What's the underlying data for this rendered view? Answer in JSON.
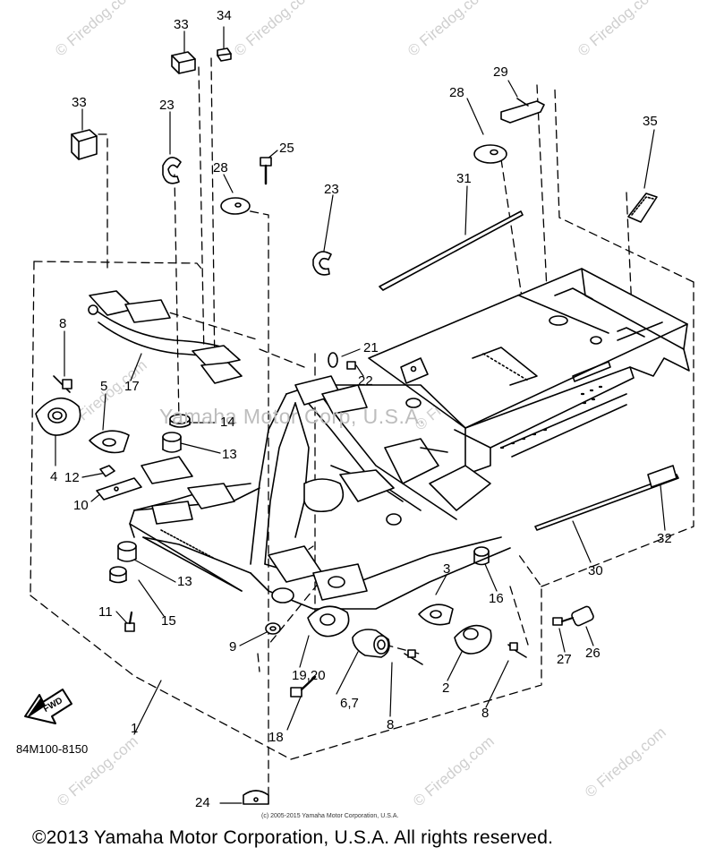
{
  "diagram": {
    "code": "84M100-8150",
    "fwd_label": "FWD",
    "watermark_main": "Yamaha Motor Corp, U.S.A.",
    "watermark_small": "© Firedog.com",
    "small_credit": "(c) 2005-2015 Yamaha Motor Corporation, U.S.A.",
    "copyright": "©2013 Yamaha Motor Corporation, U.S.A. All rights reserved."
  },
  "callouts": [
    {
      "id": "c33a",
      "text": "33"
    },
    {
      "id": "c34",
      "text": "34"
    },
    {
      "id": "c33b",
      "text": "33"
    },
    {
      "id": "c23a",
      "text": "23"
    },
    {
      "id": "c28a",
      "text": "28"
    },
    {
      "id": "c25",
      "text": "25"
    },
    {
      "id": "c23b",
      "text": "23"
    },
    {
      "id": "c28b",
      "text": "28"
    },
    {
      "id": "c29",
      "text": "29"
    },
    {
      "id": "c35",
      "text": "35"
    },
    {
      "id": "c31",
      "text": "31"
    },
    {
      "id": "c8a",
      "text": "8"
    },
    {
      "id": "c5",
      "text": "5"
    },
    {
      "id": "c17",
      "text": "17"
    },
    {
      "id": "c21",
      "text": "21"
    },
    {
      "id": "c22",
      "text": "22"
    },
    {
      "id": "c14",
      "text": "14"
    },
    {
      "id": "c13a",
      "text": "13"
    },
    {
      "id": "c4",
      "text": "4"
    },
    {
      "id": "c12",
      "text": "12"
    },
    {
      "id": "c10",
      "text": "10"
    },
    {
      "id": "c13b",
      "text": "13"
    },
    {
      "id": "c11",
      "text": "11"
    },
    {
      "id": "c15",
      "text": "15"
    },
    {
      "id": "c9",
      "text": "9"
    },
    {
      "id": "c1920",
      "text": "19,20"
    },
    {
      "id": "c67",
      "text": "6,7"
    },
    {
      "id": "c8b",
      "text": "8"
    },
    {
      "id": "c18",
      "text": "18"
    },
    {
      "id": "c3",
      "text": "3"
    },
    {
      "id": "c2",
      "text": "2"
    },
    {
      "id": "c8c",
      "text": "8"
    },
    {
      "id": "c16",
      "text": "16"
    },
    {
      "id": "c30",
      "text": "30"
    },
    {
      "id": "c32",
      "text": "32"
    },
    {
      "id": "c26",
      "text": "26"
    },
    {
      "id": "c27",
      "text": "27"
    },
    {
      "id": "c1",
      "text": "1"
    },
    {
      "id": "c24",
      "text": "24"
    }
  ]
}
